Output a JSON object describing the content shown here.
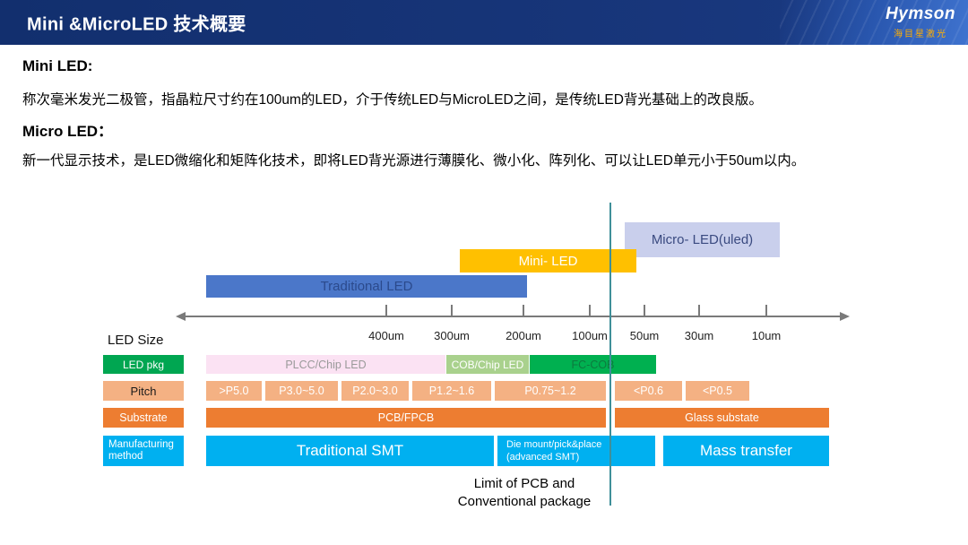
{
  "header": {
    "title": "Mini &MicroLED 技术概要",
    "logo_text": "Hymson",
    "logo_subtitle": "海目星激光"
  },
  "intro": {
    "mini_label": "Mini LED:",
    "mini_text": "称次毫米发光二极管，指晶粒尺寸约在100um的LED，介于传统LED与MicroLED之间，是传统LED背光基础上的改良版。",
    "micro_label": "Micro LED：",
    "micro_text": "新一代显示技术，是LED微缩化和矩阵化技术，即将LED背光源进行薄膜化、微小化、阵列化、可以让LED单元小于50um以内。"
  },
  "diagram": {
    "led_size_label": "LED Size",
    "axis_ticks": [
      "400um",
      "300um",
      "200um",
      "100um",
      "50um",
      "30um",
      "10um"
    ],
    "bars": {
      "traditional": "Traditional LED",
      "mini": "Mini- LED",
      "micro": "Micro- LED(uled)"
    },
    "rows": {
      "pkg": {
        "label": "LED pkg",
        "segments": [
          "PLCC/Chip LED",
          "COB/Chip LED",
          "FC-COB"
        ]
      },
      "pitch": {
        "label": "Pitch",
        "segments": [
          ">P5.0",
          "P3.0~5.0",
          "P2.0~3.0",
          "P1.2~1.6",
          "P0.75~1.2",
          "<P0.6",
          "<P0.5"
        ]
      },
      "substrate": {
        "label": "Substrate",
        "segments": [
          "PCB/FPCB",
          "Glass substate"
        ]
      },
      "method": {
        "label": "Manufacturing method",
        "segments": {
          "smt": "Traditional SMT",
          "die_line1": "Die mount/pick&place",
          "die_line2": "(advanced SMT)",
          "mass": "Mass transfer"
        }
      }
    },
    "caption_line1": "Limit of PCB and",
    "caption_line2": "Conventional package"
  },
  "colors": {
    "header_bg": "#14306E",
    "traditional_bar": "#4B77C9",
    "mini_bar": "#FFC000",
    "micro_bar": "#C9CFEC",
    "pkg_green": "#00A651",
    "plcc_pink": "#FBE2F3",
    "cob_green": "#A9D18D",
    "fc_cob_green": "#00B050",
    "pitch_peach": "#F4B183",
    "substrate_orange": "#ED7D31",
    "method_cyan": "#00B0F0",
    "divider_teal": "#3F8F99",
    "logo_orange": "#FFAE00"
  }
}
